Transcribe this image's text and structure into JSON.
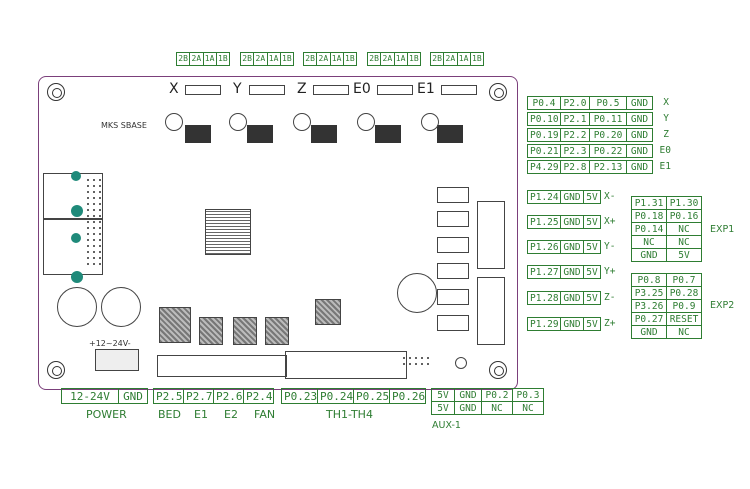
{
  "axes": {
    "top_labels": [
      "X",
      "Y",
      "Z",
      "E0",
      "E1"
    ],
    "pin_header": [
      "2B",
      "2A",
      "1A",
      "1B"
    ]
  },
  "board": {
    "silk": "MKS SBASE",
    "power_plus": "+12~24V-"
  },
  "axis_pins": [
    {
      "a": "P0.4",
      "b": "P2.0",
      "c": "P0.5",
      "d": "GND",
      "name": "X"
    },
    {
      "a": "P0.10",
      "b": "P2.1",
      "c": "P0.11",
      "d": "GND",
      "name": "Y"
    },
    {
      "a": "P0.19",
      "b": "P2.2",
      "c": "P0.20",
      "d": "GND",
      "name": "Z"
    },
    {
      "a": "P0.21",
      "b": "P2.3",
      "c": "P0.22",
      "d": "GND",
      "name": "E0"
    },
    {
      "a": "P4.29",
      "b": "P2.8",
      "c": "P2.13",
      "d": "GND",
      "name": "E1"
    }
  ],
  "endstops": [
    {
      "pin": "P1.24",
      "gnd": "GND",
      "v": "5V",
      "name": "X-"
    },
    {
      "pin": "P1.25",
      "gnd": "GND",
      "v": "5V",
      "name": "X+"
    },
    {
      "pin": "P1.26",
      "gnd": "GND",
      "v": "5V",
      "name": "Y-"
    },
    {
      "pin": "P1.27",
      "gnd": "GND",
      "v": "5V",
      "name": "Y+"
    },
    {
      "pin": "P1.28",
      "gnd": "GND",
      "v": "5V",
      "name": "Z-"
    },
    {
      "pin": "P1.29",
      "gnd": "GND",
      "v": "5V",
      "name": "Z+"
    }
  ],
  "exp1": {
    "name": "EXP1",
    "rows": [
      [
        "P1.31",
        "P1.30"
      ],
      [
        "P0.18",
        "P0.16"
      ],
      [
        "P0.14",
        "NC"
      ],
      [
        "NC",
        "NC"
      ],
      [
        "GND",
        "5V"
      ]
    ]
  },
  "exp2": {
    "name": "EXP2",
    "rows": [
      [
        "P0.8",
        "P0.7"
      ],
      [
        "P3.25",
        "P0.28"
      ],
      [
        "P3.26",
        "P0.9"
      ],
      [
        "P0.27",
        "RESET"
      ],
      [
        "GND",
        "NC"
      ]
    ]
  },
  "power": {
    "cells": [
      "12-24V",
      "GND"
    ],
    "label": "POWER"
  },
  "outputs": {
    "pins": [
      "P2.5",
      "P2.7",
      "P2.6",
      "P2.4"
    ],
    "labels": [
      "BED",
      "E1",
      "E2",
      "FAN"
    ]
  },
  "thermistors": {
    "pins": [
      "P0.23",
      "P0.24",
      "P0.25",
      "P0.26"
    ],
    "label": "TH1-TH4"
  },
  "aux": {
    "row1": [
      "5V",
      "GND",
      "P0.2",
      "P0.3"
    ],
    "row2": [
      "5V",
      "GND",
      "NC",
      "NC"
    ],
    "label": "AUX-1"
  }
}
